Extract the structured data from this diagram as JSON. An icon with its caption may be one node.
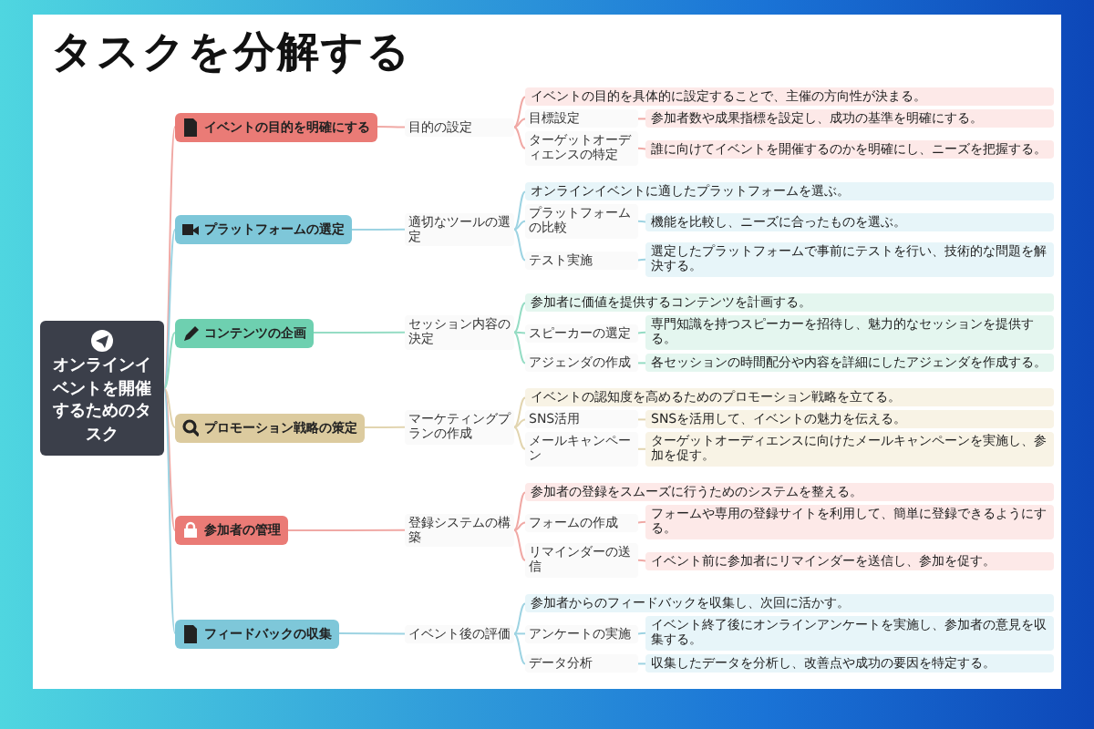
{
  "diagram": {
    "title": "タスクを分解する",
    "nodes": [
      {
        "text": [
          "オンラインイベントを開催するためのタスク"
        ]
      },
      {
        "text": [
          "イベントの目的を明確にする"
        ]
      },
      {
        "text": [
          "目的の設定"
        ]
      },
      {
        "text": [
          "イベントの目的を具体的に設定することで、主催の方向性が決まる。"
        ]
      },
      {
        "text": [
          "目標設定"
        ]
      },
      {
        "text": [
          "参加者数や成果指標を設定し、成功の基準を明確にする。"
        ]
      },
      {
        "text": [
          "ターゲットオーディエンスの特定"
        ]
      },
      {
        "text": [
          "誰に向けてイベントを開催するのかを明確にし、ニーズを把握する。"
        ]
      },
      {
        "text": [
          "プラットフォームの選定"
        ]
      },
      {
        "text": [
          "適切なツールの選定"
        ]
      },
      {
        "text": [
          "オンラインイベントに適したプラットフォームを選ぶ。"
        ]
      },
      {
        "text": [
          "プラットフォームの比較"
        ]
      },
      {
        "text": [
          "機能を比較し、ニーズに合ったものを選ぶ。"
        ]
      },
      {
        "text": [
          "テスト実施"
        ]
      },
      {
        "text": [
          "選定したプラットフォームで事前にテストを行い、技術的な問題を解決する。"
        ]
      },
      {
        "text": [
          "コンテンツの企画"
        ]
      },
      {
        "text": [
          "セッション内容の決定"
        ]
      },
      {
        "text": [
          "参加者に価値を提供するコンテンツを計画する。"
        ]
      },
      {
        "text": [
          "スピーカーの選定"
        ]
      },
      {
        "text": [
          "専門知識を持つスピーカーを招待し、魅力的なセッションを提供する。"
        ]
      },
      {
        "text": [
          "アジェンダの作成"
        ]
      },
      {
        "text": [
          "各セッションの時間配分や内容を詳細にしたアジェンダを作成する。"
        ]
      },
      {
        "text": [
          "プロモーション戦略の策定"
        ]
      },
      {
        "text": [
          "マーケティングプランの作成"
        ]
      },
      {
        "text": [
          "イベントの認知度を高めるためのプロモーション戦略を立てる。"
        ]
      },
      {
        "text": [
          "SNS活用"
        ]
      },
      {
        "text": [
          "SNSを活用して、イベントの魅力を伝える。"
        ]
      },
      {
        "text": [
          "メールキャンペーン"
        ]
      },
      {
        "text": [
          "ターゲットオーディエンスに向けたメールキャンペーンを実施し、参加を促す。"
        ]
      },
      {
        "text": [
          "参加者の管理"
        ]
      },
      {
        "text": [
          "登録システムの構築"
        ]
      },
      {
        "text": [
          "参加者の登録をスムーズに行うためのシステムを整える。"
        ]
      },
      {
        "text": [
          "フォームの作成"
        ]
      },
      {
        "text": [
          "フォームや専用の登録サイトを利用して、簡単に登録できるようにする。"
        ]
      },
      {
        "text": [
          "リマインダーの送信"
        ]
      },
      {
        "text": [
          "イベント前に参加者にリマインダーを送信し、参加を促す。"
        ]
      },
      {
        "text": [
          "フィードバックの収集"
        ]
      },
      {
        "text": [
          "イベント後の評価"
        ]
      },
      {
        "text": [
          "参加者からのフィードバックを収集し、次回に活かす。"
        ]
      },
      {
        "text": [
          "アンケートの実施"
        ]
      },
      {
        "text": [
          "イベント終了後にオンラインアンケートを実施し、参加者の意見を収集する。"
        ]
      },
      {
        "text": [
          "データ分析"
        ]
      },
      {
        "text": [
          "収集したデータを分析し、改善点や成功の要因を特定する。"
        ]
      }
    ],
    "edges": [
      {
        "from": 0,
        "to": 1,
        "arrow": "none",
        "color": "#f0a9a5"
      },
      {
        "from": 1,
        "to": 2,
        "arrow": "none",
        "color": "#f0a9a5"
      },
      {
        "from": 2,
        "to": 3,
        "arrow": "none",
        "color": "#f0a9a5"
      },
      {
        "from": 2,
        "to": 4,
        "arrow": "none",
        "color": "#f0a9a5"
      },
      {
        "from": 4,
        "to": 5,
        "arrow": "none",
        "color": "#f0a9a5"
      },
      {
        "from": 2,
        "to": 6,
        "arrow": "none",
        "color": "#f0a9a5"
      },
      {
        "from": 6,
        "to": 7,
        "arrow": "none",
        "color": "#f0a9a5"
      },
      {
        "from": 0,
        "to": 8,
        "arrow": "none",
        "color": "#9dd3e2"
      },
      {
        "from": 8,
        "to": 9,
        "arrow": "none",
        "color": "#9dd3e2"
      },
      {
        "from": 9,
        "to": 10,
        "arrow": "none",
        "color": "#9dd3e2"
      },
      {
        "from": 9,
        "to": 11,
        "arrow": "none",
        "color": "#9dd3e2"
      },
      {
        "from": 11,
        "to": 12,
        "arrow": "none",
        "color": "#9dd3e2"
      },
      {
        "from": 9,
        "to": 13,
        "arrow": "none",
        "color": "#9dd3e2"
      },
      {
        "from": 13,
        "to": 14,
        "arrow": "none",
        "color": "#9dd3e2"
      },
      {
        "from": 0,
        "to": 15,
        "arrow": "none",
        "color": "#95dcc4"
      },
      {
        "from": 15,
        "to": 16,
        "arrow": "none",
        "color": "#95dcc4"
      },
      {
        "from": 16,
        "to": 17,
        "arrow": "none",
        "color": "#95dcc4"
      },
      {
        "from": 16,
        "to": 18,
        "arrow": "none",
        "color": "#95dcc4"
      },
      {
        "from": 18,
        "to": 19,
        "arrow": "none",
        "color": "#95dcc4"
      },
      {
        "from": 16,
        "to": 20,
        "arrow": "none",
        "color": "#95dcc4"
      },
      {
        "from": 20,
        "to": 21,
        "arrow": "none",
        "color": "#95dcc4"
      },
      {
        "from": 0,
        "to": 22,
        "arrow": "none",
        "color": "#e2d5b0"
      },
      {
        "from": 22,
        "to": 23,
        "arrow": "none",
        "color": "#e2d5b0"
      },
      {
        "from": 23,
        "to": 24,
        "arrow": "none",
        "color": "#e2d5b0"
      },
      {
        "from": 23,
        "to": 25,
        "arrow": "none",
        "color": "#e2d5b0"
      },
      {
        "from": 25,
        "to": 26,
        "arrow": "none",
        "color": "#e2d5b0"
      },
      {
        "from": 23,
        "to": 27,
        "arrow": "none",
        "color": "#e2d5b0"
      },
      {
        "from": 27,
        "to": 28,
        "arrow": "none",
        "color": "#e2d5b0"
      },
      {
        "from": 0,
        "to": 29,
        "arrow": "none",
        "color": "#f0a9a5"
      },
      {
        "from": 29,
        "to": 30,
        "arrow": "none",
        "color": "#f0a9a5"
      },
      {
        "from": 30,
        "to": 31,
        "arrow": "none",
        "color": "#f0a9a5"
      },
      {
        "from": 30,
        "to": 32,
        "arrow": "none",
        "color": "#f0a9a5"
      },
      {
        "from": 32,
        "to": 33,
        "arrow": "none",
        "color": "#f0a9a5"
      },
      {
        "from": 30,
        "to": 34,
        "arrow": "none",
        "color": "#f0a9a5"
      },
      {
        "from": 34,
        "to": 35,
        "arrow": "none",
        "color": "#f0a9a5"
      },
      {
        "from": 0,
        "to": 36,
        "arrow": "none",
        "color": "#9dd3e2"
      },
      {
        "from": 36,
        "to": 37,
        "arrow": "none",
        "color": "#9dd3e2"
      },
      {
        "from": 37,
        "to": 38,
        "arrow": "none",
        "color": "#9dd3e2"
      },
      {
        "from": 37,
        "to": 39,
        "arrow": "none",
        "color": "#9dd3e2"
      },
      {
        "from": 39,
        "to": 40,
        "arrow": "none",
        "color": "#9dd3e2"
      },
      {
        "from": 37,
        "to": 41,
        "arrow": "none",
        "color": "#9dd3e2"
      },
      {
        "from": 41,
        "to": 42,
        "arrow": "none",
        "color": "#9dd3e2"
      }
    ]
  }
}
